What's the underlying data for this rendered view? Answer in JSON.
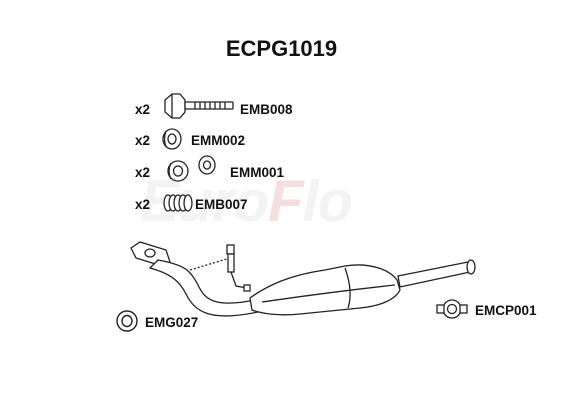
{
  "title": "ECPG1019",
  "watermark": {
    "part1": "Euro",
    "part2": "F",
    "part3": "lo"
  },
  "parts": [
    {
      "qty": "x2",
      "code": "EMB008"
    },
    {
      "qty": "x2",
      "code": "EMM002"
    },
    {
      "qty": "x2",
      "code": "EMM001"
    },
    {
      "qty": "x2",
      "code": "EMB007"
    },
    {
      "qty": "",
      "code": "EMG027"
    },
    {
      "qty": "",
      "code": "EMCP001"
    }
  ]
}
